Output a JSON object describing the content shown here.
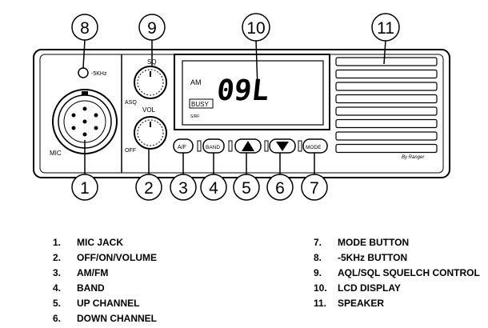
{
  "panel": {
    "mic_label": "MIC",
    "sq_label": "SQ",
    "asq_label": "ASQ",
    "vol_label": "VOL",
    "off_label": "OFF",
    "khz_label": "-5KHz",
    "brand_label": "By Ranger"
  },
  "lcd": {
    "mode_text": "AM",
    "channel_text": "09L",
    "busy_text": "BUSY",
    "srf_text": "S/RF"
  },
  "buttons": {
    "amfm_label": "A/F",
    "band_label": "BAND",
    "mode_label": "MODE"
  },
  "callouts": [
    "1",
    "2",
    "3",
    "4",
    "5",
    "6",
    "7",
    "8",
    "9",
    "10",
    "11"
  ],
  "legend_left": [
    {
      "num": "1.",
      "label": "MIC JACK"
    },
    {
      "num": "2.",
      "label": "OFF/ON/VOLUME"
    },
    {
      "num": "3.",
      "label": "AM/FM"
    },
    {
      "num": "4.",
      "label": "BAND"
    },
    {
      "num": "5.",
      "label": "UP CHANNEL"
    },
    {
      "num": "6.",
      "label": "DOWN CHANNEL"
    }
  ],
  "legend_right": [
    {
      "num": "7.",
      "label": "MODE BUTTON"
    },
    {
      "num": "8.",
      "label": "-5KHz BUTTON"
    },
    {
      "num": "9.",
      "label": "AQL/SQL SQUELCH CONTROL"
    },
    {
      "num": "10.",
      "label": "LCD DISPLAY"
    },
    {
      "num": "11.",
      "label": "SPEAKER"
    }
  ]
}
